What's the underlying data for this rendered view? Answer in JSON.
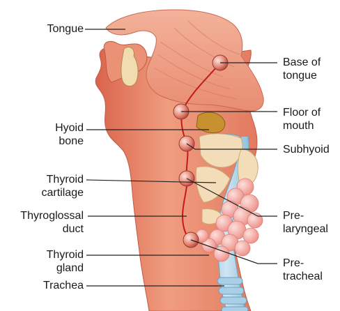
{
  "colors": {
    "tissue": "#e98a6a",
    "tissue_dark": "#d7634a",
    "tongue": "#f0a48c",
    "duct": "#c41a1a",
    "cartilage": "#f3ddb8",
    "airway": "#a9cfe6",
    "gland": "#f4a7a0",
    "bone": "#c8912f",
    "leader": "#222222",
    "node": "#e07a6a"
  },
  "labels_left": [
    {
      "id": "tongue",
      "lines": [
        "Tongue"
      ]
    },
    {
      "id": "hyoid",
      "lines": [
        "Hyoid",
        "bone"
      ]
    },
    {
      "id": "thyroid-cartilage",
      "lines": [
        "Thyroid",
        "cartilage"
      ]
    },
    {
      "id": "thyroglossal-duct",
      "lines": [
        "Thyroglossal",
        "duct"
      ]
    },
    {
      "id": "thyroid-gland",
      "lines": [
        "Thyroid",
        "gland"
      ]
    },
    {
      "id": "trachea",
      "lines": [
        "Trachea"
      ]
    }
  ],
  "labels_right": [
    {
      "id": "base-of-tongue",
      "lines": [
        "Base of",
        "tongue"
      ]
    },
    {
      "id": "floor-of-mouth",
      "lines": [
        "Floor of",
        "mouth"
      ]
    },
    {
      "id": "subhyoid",
      "lines": [
        "Subhyoid"
      ]
    },
    {
      "id": "pre-laryngeal",
      "lines": [
        "Pre-",
        "laryngeal"
      ]
    },
    {
      "id": "pre-tracheal",
      "lines": [
        "Pre-",
        "tracheal"
      ]
    }
  ]
}
